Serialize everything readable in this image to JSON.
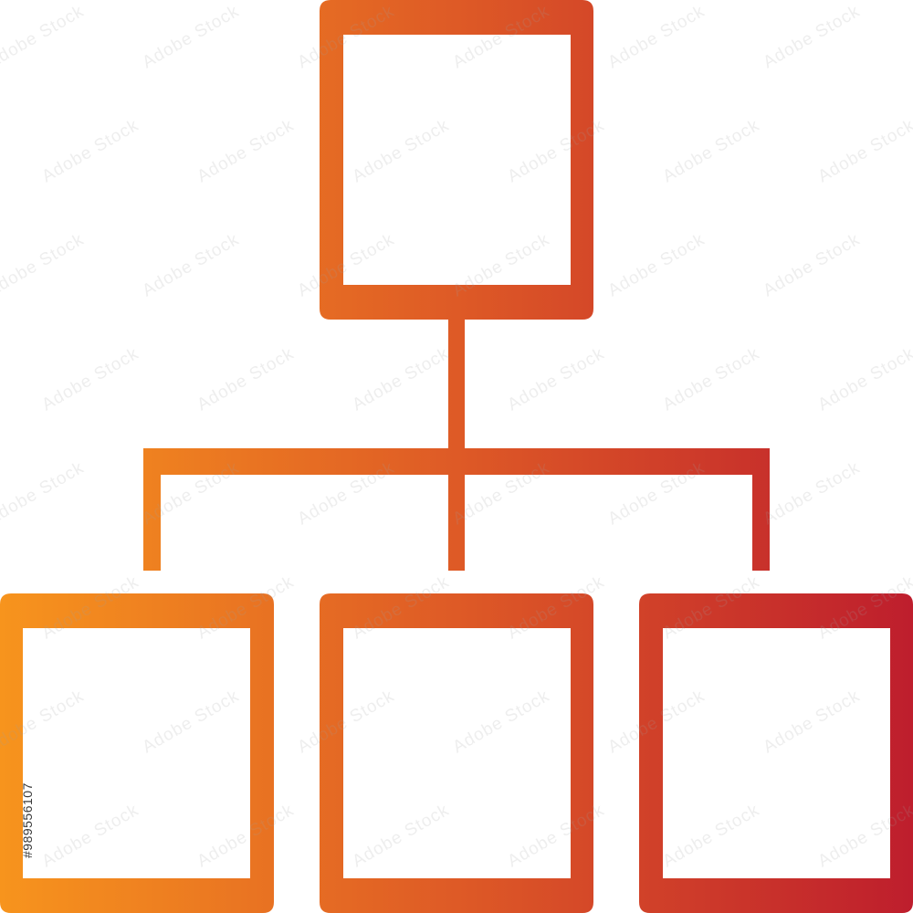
{
  "icon": {
    "name": "hierarchy-org-chart-icon",
    "style": "outline",
    "gradient": {
      "start_color": "#f7941d",
      "mid_color": "#de5a26",
      "end_color": "#be1e2d"
    }
  },
  "nodes": [
    {
      "name": "root-node",
      "level": 0
    },
    {
      "name": "child-node-left",
      "level": 1
    },
    {
      "name": "child-node-center",
      "level": 1
    },
    {
      "name": "child-node-right",
      "level": 1
    }
  ],
  "watermark": {
    "text": "Adobe Stock",
    "stock_id": "#989556107"
  }
}
